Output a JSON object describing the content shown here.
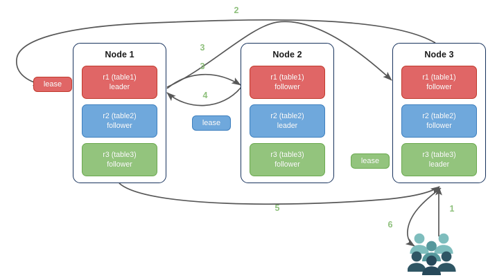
{
  "diagram": {
    "title": "Raft replica lease / request routing diagram",
    "background": "#ffffff",
    "colors": {
      "red_fill": "#e06666",
      "red_border": "#c0392b",
      "blue_fill": "#6fa8dc",
      "blue_border": "#3d7ebd",
      "green_fill": "#93c47d",
      "green_border": "#6aa84f",
      "node_border": "#16315c",
      "arrow": "#575757",
      "step_label": "#8ec07c",
      "users_light": "#7ebdbd",
      "users_dark": "#2f5664"
    }
  },
  "nodes": [
    {
      "id": "node-1",
      "title": "Node 1",
      "replicas": [
        {
          "name": "r1 (table1)",
          "role": "leader",
          "color": "red"
        },
        {
          "name": "r2 (table2)",
          "role": "follower",
          "color": "blue"
        },
        {
          "name": "r3 (table3)",
          "role": "follower",
          "color": "green"
        }
      ]
    },
    {
      "id": "node-2",
      "title": "Node 2",
      "replicas": [
        {
          "name": "r1 (table1)",
          "role": "follower",
          "color": "red"
        },
        {
          "name": "r2 (table2)",
          "role": "leader",
          "color": "blue"
        },
        {
          "name": "r3 (table3)",
          "role": "follower",
          "color": "green"
        }
      ]
    },
    {
      "id": "node-3",
      "title": "Node 3",
      "replicas": [
        {
          "name": "r1 (table1)",
          "role": "follower",
          "color": "red"
        },
        {
          "name": "r2 (table2)",
          "role": "follower",
          "color": "blue"
        },
        {
          "name": "r3 (table3)",
          "role": "leader",
          "color": "green"
        }
      ]
    }
  ],
  "leases": [
    {
      "id": "lease-table1",
      "label": "lease",
      "color": "red"
    },
    {
      "id": "lease-table2",
      "label": "lease",
      "color": "blue"
    },
    {
      "id": "lease-table3",
      "label": "lease",
      "color": "green"
    }
  ],
  "steps": [
    {
      "id": "step-1",
      "label": "1",
      "description": "client request to Node 3"
    },
    {
      "id": "step-2",
      "label": "2",
      "description": "Node 3 to table1 lease"
    },
    {
      "id": "step-3a",
      "label": "3",
      "description": "Node 1 r1 leader to Node 3 r1 follower"
    },
    {
      "id": "step-3b",
      "label": "3",
      "description": "Node 1 r1 leader to Node 2 r1 follower"
    },
    {
      "id": "step-4",
      "label": "4",
      "description": "Node 2 r1 follower back to Node 1 r1 leader"
    },
    {
      "id": "step-5",
      "label": "5",
      "description": "Node 1 back to Node 3"
    },
    {
      "id": "step-6",
      "label": "6",
      "description": "Node 3 response to clients"
    }
  ],
  "icons": {
    "users": "users-icon"
  }
}
